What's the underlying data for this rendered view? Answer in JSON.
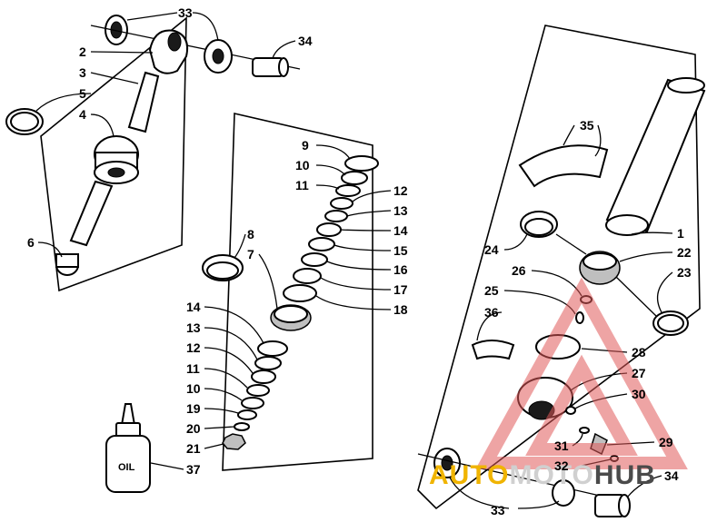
{
  "callouts": [
    {
      "id": "33a",
      "text": "33"
    },
    {
      "id": "2",
      "text": "2"
    },
    {
      "id": "34a",
      "text": "34"
    },
    {
      "id": "3",
      "text": "3"
    },
    {
      "id": "5",
      "text": "5"
    },
    {
      "id": "4",
      "text": "4"
    },
    {
      "id": "6",
      "text": "6"
    },
    {
      "id": "9",
      "text": "9"
    },
    {
      "id": "10a",
      "text": "10"
    },
    {
      "id": "11a",
      "text": "11"
    },
    {
      "id": "12a",
      "text": "12"
    },
    {
      "id": "13a",
      "text": "13"
    },
    {
      "id": "14a",
      "text": "14"
    },
    {
      "id": "15",
      "text": "15"
    },
    {
      "id": "16",
      "text": "16"
    },
    {
      "id": "17",
      "text": "17"
    },
    {
      "id": "18",
      "text": "18"
    },
    {
      "id": "8",
      "text": "8"
    },
    {
      "id": "7",
      "text": "7"
    },
    {
      "id": "14b",
      "text": "14"
    },
    {
      "id": "13b",
      "text": "13"
    },
    {
      "id": "12b",
      "text": "12"
    },
    {
      "id": "11b",
      "text": "11"
    },
    {
      "id": "10b",
      "text": "10"
    },
    {
      "id": "19",
      "text": "19"
    },
    {
      "id": "20",
      "text": "20"
    },
    {
      "id": "21",
      "text": "21"
    },
    {
      "id": "37",
      "text": "37"
    },
    {
      "id": "35",
      "text": "35"
    },
    {
      "id": "1",
      "text": "1"
    },
    {
      "id": "24",
      "text": "24"
    },
    {
      "id": "22",
      "text": "22"
    },
    {
      "id": "26",
      "text": "26"
    },
    {
      "id": "23",
      "text": "23"
    },
    {
      "id": "25",
      "text": "25"
    },
    {
      "id": "36",
      "text": "36"
    },
    {
      "id": "28",
      "text": "28"
    },
    {
      "id": "27",
      "text": "27"
    },
    {
      "id": "30",
      "text": "30"
    },
    {
      "id": "29",
      "text": "29"
    },
    {
      "id": "31",
      "text": "31"
    },
    {
      "id": "32",
      "text": "32"
    },
    {
      "id": "34b",
      "text": "34"
    },
    {
      "id": "33b",
      "text": "33"
    }
  ],
  "bottle_label": "OIL",
  "watermark": {
    "part1": "AUTO",
    "part2": "MOTO",
    "part3": "HUB",
    "color_auto": "#f0b400",
    "color_moto": "#d0d0d0",
    "color_hub": "#4a4a4a",
    "triangle_color": "#e05a5a"
  }
}
